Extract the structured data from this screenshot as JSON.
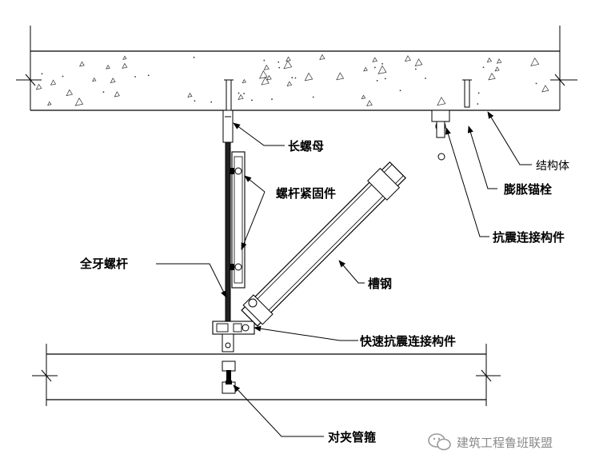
{
  "labels": {
    "long_nut": "长螺母",
    "rod_fastener": "螺杆紧固件",
    "threaded_rod": "全牙螺杆",
    "structure": "结构体",
    "expansion_anchor": "膨胀锚栓",
    "seismic_connector": "抗震连接构件",
    "channel_steel": "槽钢",
    "quick_connector": "快速抗震连接构件",
    "pipe_clamp": "对夹管箍"
  },
  "watermark": {
    "text": "建筑工程鲁班联盟",
    "icon": "wechat-icon"
  }
}
